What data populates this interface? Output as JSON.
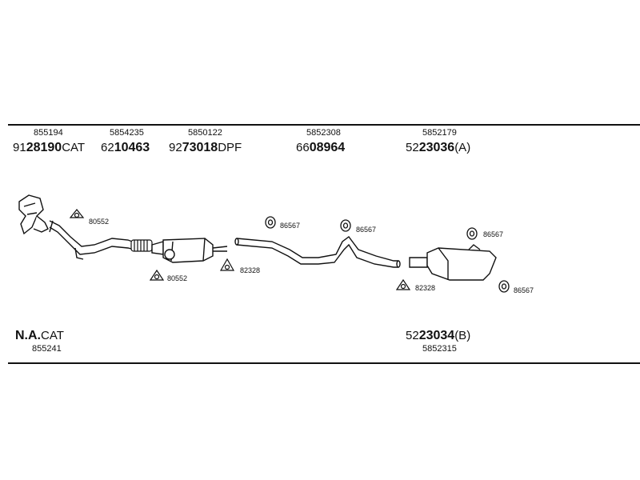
{
  "top_parts": [
    {
      "ref": "855194",
      "code_prefix": "91",
      "code_main": "28190",
      "code_suffix": "CAT"
    },
    {
      "ref": "5854235",
      "code_prefix": "62",
      "code_main": "10463",
      "code_suffix": ""
    },
    {
      "ref": "5850122",
      "code_prefix": "92",
      "code_main": "73018",
      "code_suffix": "DPF"
    },
    {
      "ref": "5852308",
      "code_prefix": "66",
      "code_main": "08964",
      "code_suffix": ""
    },
    {
      "ref": "5852179",
      "code_prefix": "52",
      "code_main": "23036",
      "code_suffix": "(A)"
    }
  ],
  "bottom_left": {
    "code_main": "N.A.",
    "code_suffix": "CAT",
    "ref": "855241"
  },
  "bottom_right": {
    "code_prefix": "52",
    "code_main": "23034",
    "code_suffix": "(B)",
    "ref": "5852315"
  },
  "part_labels": {
    "clamp_a": "80552",
    "clamp_b": "80552",
    "clamp_c": "82328",
    "clamp_d": "82328",
    "hanger_a": "86567",
    "hanger_b": "86567",
    "hanger_c": "86567",
    "hanger_d": "86567"
  }
}
